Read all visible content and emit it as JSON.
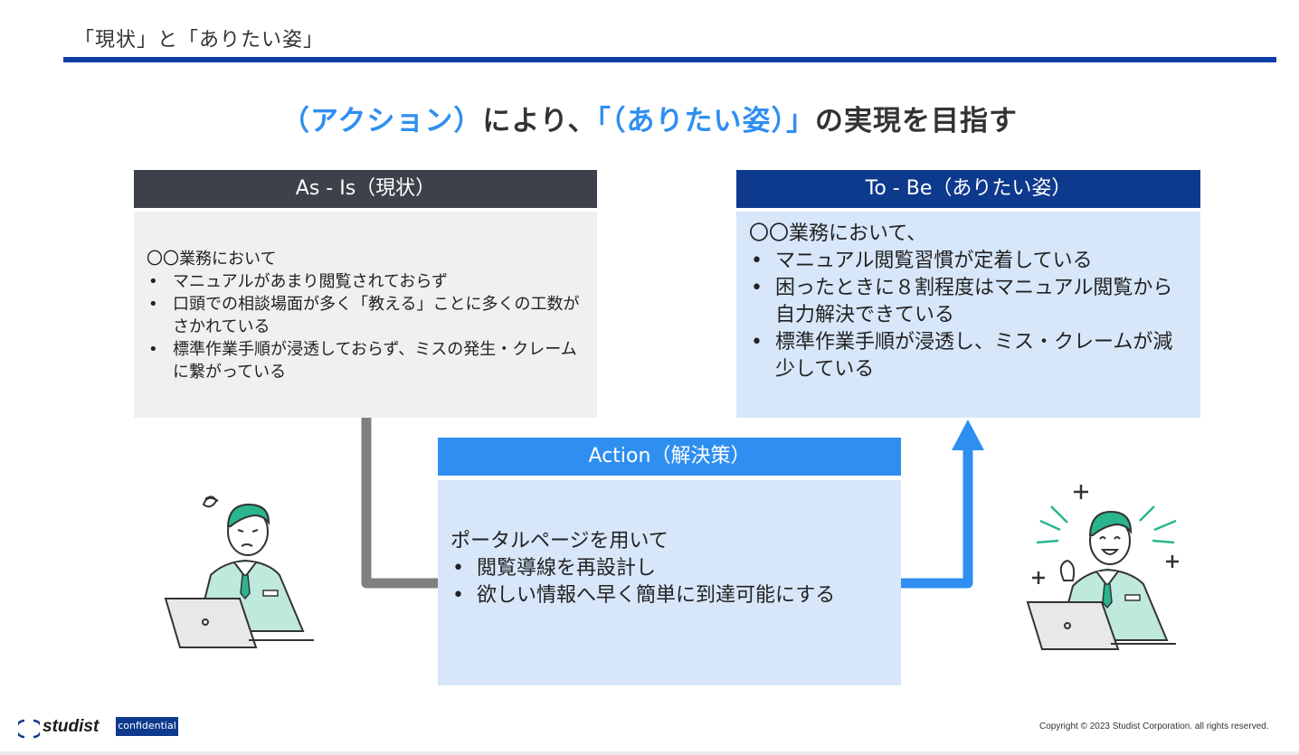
{
  "slide": {
    "title": "「現状」と「ありたい姿」",
    "headline_part1": "（アクション）",
    "headline_part2": "により、",
    "headline_part3": "「（ありたい姿）」",
    "headline_part4": "の実現を目指す"
  },
  "as_is": {
    "header": "As - Is（現状）",
    "intro": "〇〇業務において",
    "items": [
      "マニュアルがあまり閲覧されておらず",
      "口頭での相談場面が多く「教える」ことに多くの工数がさかれている",
      "標準作業手順が浸透しておらず、ミスの発生・クレームに繋がっている"
    ]
  },
  "to_be": {
    "header": "To - Be（ありたい姿）",
    "intro": "〇〇業務において、",
    "items": [
      "マニュアル閲覧習慣が定着している",
      "困ったときに８割程度はマニュアル閲覧から自力解決できている",
      "標準作業手順が浸透し、ミス・クレームが減少している"
    ]
  },
  "action": {
    "header": "Action（解決策）",
    "intro": "ポータルページを用いて",
    "items": [
      "閲覧導線を再設計し",
      "欲しい情報へ早く簡単に到達可能にする"
    ]
  },
  "footer": {
    "logo": "studist",
    "badge": "confidential",
    "copyright": "Copyright © 2023 Studist Corporation. all rights reserved."
  },
  "colors": {
    "accent_blue": "#2f8ff0",
    "navy": "#0e3a8e",
    "dark_gray": "#3d4149",
    "panel_light_blue": "#d7e6f9",
    "panel_gray": "#f0f0f0",
    "connector_gray": "#808080"
  },
  "icons": [
    "worried-businessman-illustration",
    "happy-businessman-illustration",
    "flow-arrow-up-icon",
    "studist-logo-icon"
  ]
}
